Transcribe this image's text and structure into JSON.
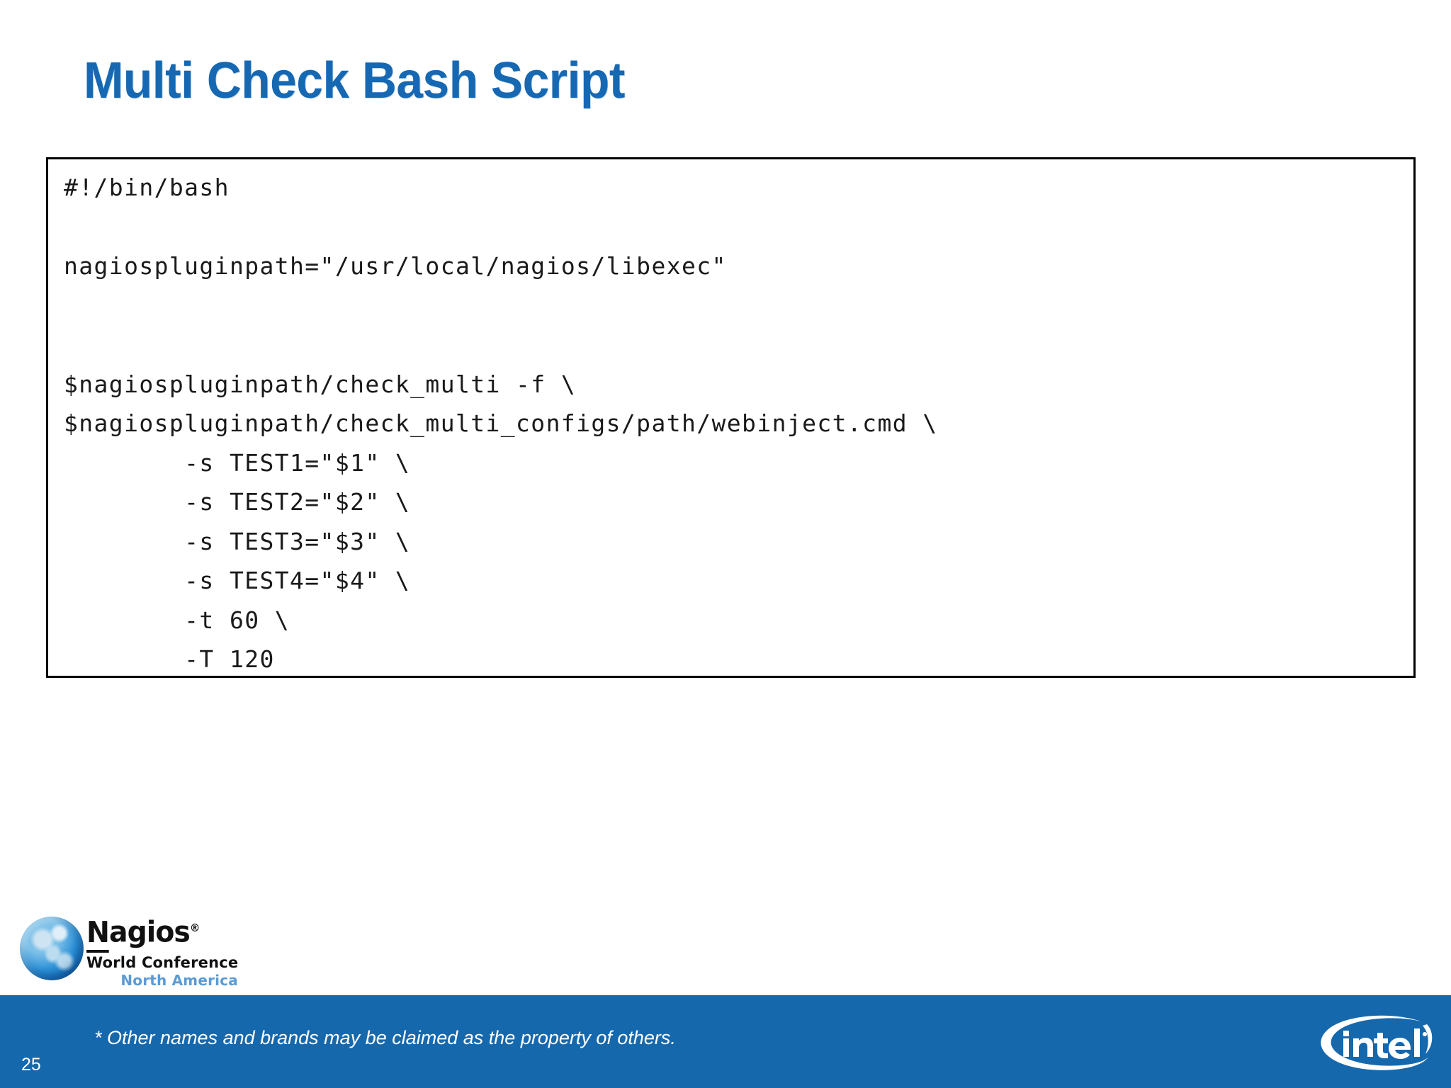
{
  "slide": {
    "title": "Multi Check Bash Script",
    "title_color": "#1668b3",
    "background": "#ffffff"
  },
  "code_block": {
    "border_color": "#000000",
    "text_color": "#1a1a1a",
    "lines": [
      "#!/bin/bash",
      "",
      "nagiospluginpath=\"/usr/local/nagios/libexec\"",
      "",
      "",
      "$nagiospluginpath/check_multi -f \\",
      "$nagiospluginpath/check_multi_configs/path/webinject.cmd \\",
      "        -s TEST1=\"$1\" \\",
      "        -s TEST2=\"$2\" \\",
      "        -s TEST3=\"$3\" \\",
      "        -s TEST4=\"$4\" \\",
      "        -t 60 \\",
      "        -T 120"
    ]
  },
  "nagios_logo": {
    "name": "Nagios",
    "registered_mark": "®",
    "subtitle_1": "World Conference",
    "subtitle_2": "North America",
    "globe_color": "#2a8fd6",
    "subtitle_2_color": "#5b9bd5"
  },
  "footer": {
    "bar_color": "#1668ad",
    "slide_number": "25",
    "footnote": "* Other names and brands may be claimed as the property of others.",
    "brand_logo": "intel-logo",
    "brand_text": "intel"
  }
}
